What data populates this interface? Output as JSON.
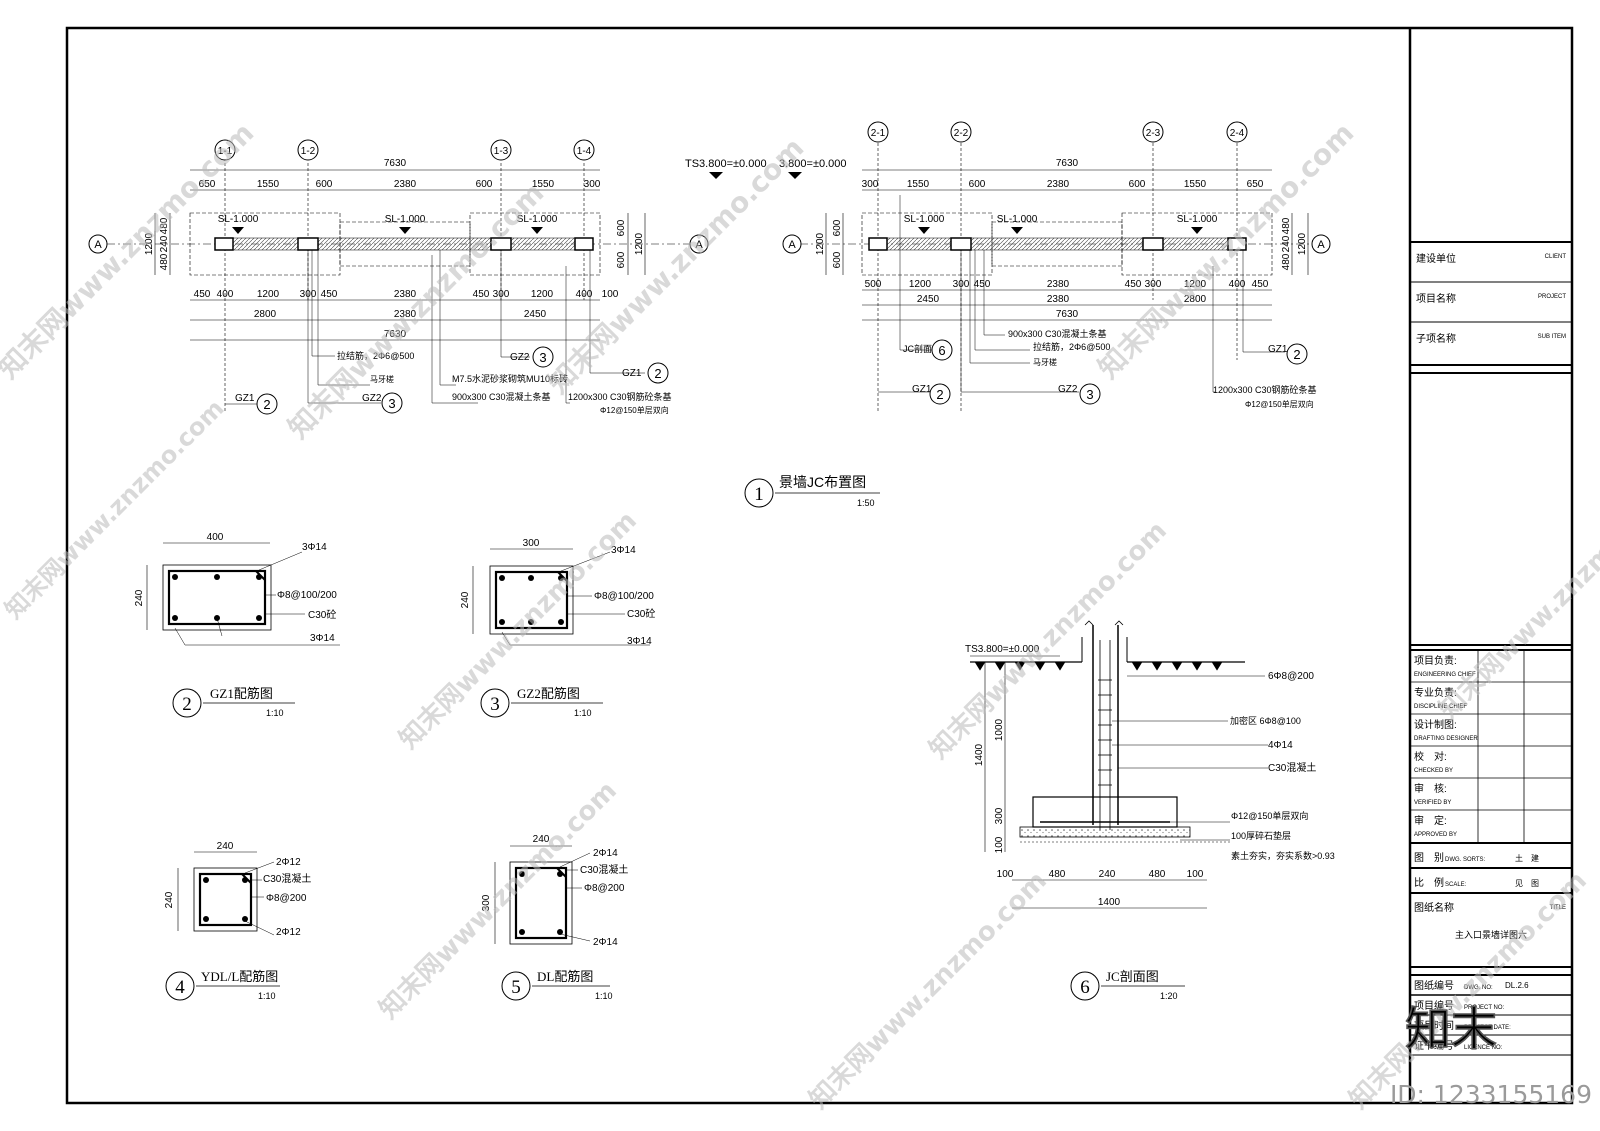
{
  "plan1": {
    "axes": [
      "1-1",
      "1-2",
      "1-3",
      "1-4"
    ],
    "row_axis": "A",
    "overall_top": "7630",
    "top_dims": [
      "650",
      "1550",
      "600",
      "2380",
      "600",
      "1550",
      "300"
    ],
    "sl": [
      "SL-1.000",
      "SL-1.000",
      "SL-1.000"
    ],
    "left_dims": [
      "480",
      "240",
      "480"
    ],
    "left_total": "1200",
    "right_dims": [
      "600",
      "600"
    ],
    "right_total": "1200",
    "bottom_dims_1": [
      "450",
      "400",
      "1200",
      "300",
      "450",
      "2380",
      "450",
      "300",
      "1200",
      "400",
      "100"
    ],
    "bottom_dims_2": [
      "2800",
      "2380",
      "2450"
    ],
    "bottom_total": "7630",
    "notes": [
      "拉结筋，2Φ6@500",
      "马牙槎",
      "M7.5水泥砂浆砌筑MU10标砖",
      "900x300 C30混凝土条基",
      "1200x300 C30钢筋砼条基",
      "Φ12@150单层双向"
    ],
    "leaders": [
      "GZ1",
      "GZ2",
      "GZ2",
      "GZ1"
    ],
    "ref_nums": [
      "2",
      "3",
      "3",
      "2"
    ]
  },
  "plan2": {
    "axes": [
      "2-1",
      "2-2",
      "2-3",
      "2-4"
    ],
    "overall_top": "7630",
    "top_dims": [
      "300",
      "1550",
      "600",
      "2380",
      "600",
      "1550",
      "650"
    ],
    "sl": [
      "SL-1.000",
      "SL-1.000",
      "SL-1.000"
    ],
    "left_dims": [
      "600",
      "600"
    ],
    "left_total": "1200",
    "right_dims": [
      "480",
      "240",
      "480"
    ],
    "right_total": "1200",
    "bottom_dims_1": [
      "500",
      "1200",
      "300",
      "450",
      "2380",
      "450",
      "300",
      "1200",
      "400",
      "450"
    ],
    "bottom_dims_2": [
      "2450",
      "2380",
      "2800"
    ],
    "bottom_total": "7630",
    "notes": [
      "900x300 C30混凝土条基",
      "拉结筋，2Φ6@500",
      "马牙槎",
      "1200x300 C30钢筋砼条基",
      "Φ12@150单层双向"
    ],
    "leaders": [
      "JC剖面",
      "GZ1",
      "GZ2",
      "GZ1"
    ],
    "ref_nums": [
      "6",
      "2",
      "3",
      "2"
    ]
  },
  "ts_labels": [
    "TS3.800=±0.000",
    "3.800=±0.000"
  ],
  "title1": {
    "num": "1",
    "text": "景墙JC布置图",
    "scale": "1:50"
  },
  "gz1": {
    "num": "2",
    "title": "GZ1配筋图",
    "scale": "1:10",
    "w": "400",
    "h": "240",
    "top": "3Φ14",
    "stirrup": "Φ8@100/200",
    "conc": "C30砼",
    "bottom": "3Φ14"
  },
  "gz2": {
    "num": "3",
    "title": "GZ2配筋图",
    "scale": "1:10",
    "w": "300",
    "h": "240",
    "top": "3Φ14",
    "stirrup": "Φ8@100/200",
    "conc": "C30砼",
    "bottom": "3Φ14"
  },
  "ydl": {
    "num": "4",
    "title": "YDL/L配筋图",
    "scale": "1:10",
    "w": "240",
    "h": "240",
    "top": "2Φ12",
    "conc": "C30混凝土",
    "stirrup": "Φ8@200",
    "bottom": "2Φ12"
  },
  "dl": {
    "num": "5",
    "title": "DL配筋图",
    "scale": "1:10",
    "w": "240",
    "h": "300",
    "top": "2Φ14",
    "conc": "C30混凝土",
    "stirrup": "Φ8@200",
    "bottom": "2Φ14"
  },
  "section": {
    "num": "6",
    "title": "JC剖面图",
    "scale": "1:20",
    "ts": "TS3.800=±0.000",
    "notes": [
      "6Φ8@200",
      "加密区 6Φ8@100",
      "4Φ14",
      "C30混凝土",
      "Φ12@150单层双向",
      "100厚碎石垫层",
      "素土夯实，夯实系数>0.93"
    ],
    "vdims": [
      "1000",
      "1400",
      "300",
      "100"
    ],
    "hdims": [
      "100",
      "480",
      "240",
      "480",
      "100"
    ],
    "htotal": "1400"
  },
  "titleblock": {
    "client_cn": "建设单位",
    "client_en": "CLIENT",
    "project_cn": "项目名称",
    "project_en": "PROJECT",
    "sub_cn": "子项名称",
    "sub_en": "SUB ITEM",
    "roles": [
      {
        "cn": "项目负责:",
        "en": "ENGINEERING CHIEF"
      },
      {
        "cn": "专业负责:",
        "en": "DISCIPLINE CHIEF"
      },
      {
        "cn": "设计制图:",
        "en": "DRAFTING DESIGNER"
      },
      {
        "cn": "校　对:",
        "en": "CHECKED BY"
      },
      {
        "cn": "审　核:",
        "en": "VERIFIED BY"
      },
      {
        "cn": "审　定:",
        "en": "APPROVED BY"
      }
    ],
    "sort_cn": "图　别",
    "sort_en": "DWG. SORTS:",
    "sort_val": "土　建",
    "scale_cn": "比　例",
    "scale_en": "SCALE:",
    "scale_val": "见　图",
    "name_cn": "图纸名称",
    "name_en": "TITLE",
    "name_val": "主入口景墙详图六",
    "no_cn": "图纸编号",
    "no_en": "DWG. NO:",
    "no_val": "DL.2.6",
    "pno_cn": "项目编号",
    "pno_en": "PROJECT NO:",
    "date_cn": "项目时间",
    "date_en": "PROJECT DATE:",
    "lic_cn": "证书编号",
    "lic_en": "LICENCE NO:"
  },
  "watermark": {
    "text": "知末网www.znzmo.com",
    "logo": "知末",
    "id": "ID: 1233155169"
  }
}
